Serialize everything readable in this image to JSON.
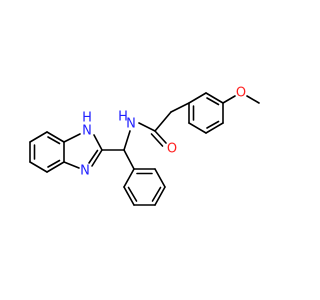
{
  "molecule": {
    "atoms": {
      "nh_n": "N",
      "nh_h": "H",
      "imine_n": "N",
      "amide_n": "N",
      "amide_h": "H",
      "carbonyl_o": "O",
      "ether_o": "O"
    },
    "colors": {
      "nitrogen": "#1f1fff",
      "oxygen": "#ff1f1f",
      "bond": "#000000",
      "background": "#ffffff"
    }
  }
}
